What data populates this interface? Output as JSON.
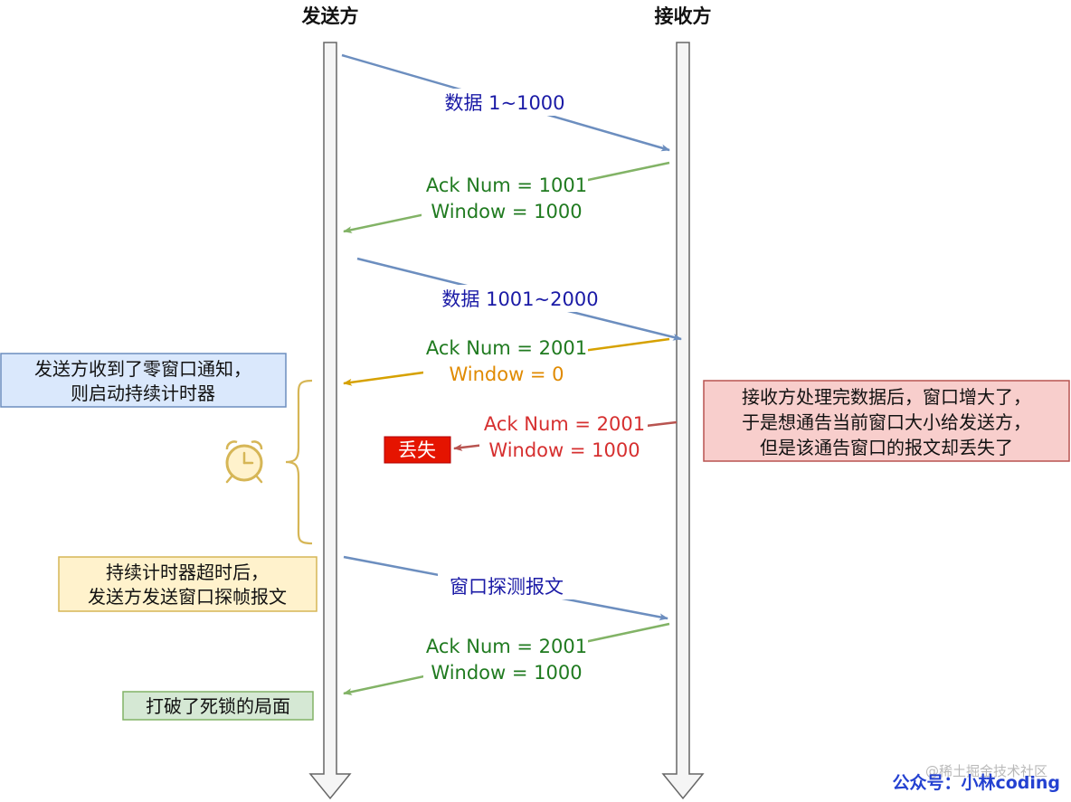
{
  "headers": {
    "sender": "发送方",
    "receiver": "接收方"
  },
  "colors": {
    "blue": "#6c8ebf",
    "green": "#82b366",
    "yellow": "#d6a100",
    "red": "#b85450",
    "text_blue": "#1a1aa6",
    "text_green": "#1f7a1f",
    "text_orange": "#e08a00",
    "text_red": "#d62f2f",
    "note_blue_bg": "#dae8fc",
    "note_blue_border": "#6c8ebf",
    "note_yellow_bg": "#fff2cc",
    "note_yellow_border": "#d6b656",
    "note_red_bg": "#f8cecc",
    "note_red_border": "#b85450",
    "note_green_bg": "#d5e8d4",
    "note_green_border": "#82b366",
    "lost_bg": "#e51400"
  },
  "messages": [
    {
      "lines": [
        "数据 1~1000"
      ]
    },
    {
      "lines": [
        "Ack Num = 1001",
        "Window = 1000"
      ]
    },
    {
      "lines": [
        "数据 1001~2000"
      ]
    },
    {
      "lines": [
        "Ack Num = 2001",
        "Window = 0"
      ]
    },
    {
      "lines": [
        "Ack Num = 2001",
        "Window = 1000"
      ]
    },
    {
      "lines": [
        "窗口探测报文"
      ]
    },
    {
      "lines": [
        "Ack Num = 2001",
        "Window = 1000"
      ]
    }
  ],
  "lost_label": "丢失",
  "notes": {
    "zero_window": [
      "发送方收到了零窗口通知，",
      "则启动持续计时器"
    ],
    "timeout": [
      "持续计时器超时后，",
      "发送方发送窗口探帧报文"
    ],
    "deadlock": [
      "打破了死锁的局面"
    ],
    "receiver_update": [
      "接收方处理完数据后，窗口增大了，",
      "于是想通告当前窗口大小给发送方，",
      "但是该通告窗口的报文却丢失了"
    ]
  },
  "icons": {
    "timer": "alarm-clock-icon"
  },
  "watermark": {
    "line1": "@稀土掘金技术社区",
    "line2": "公众号：小林coding"
  }
}
